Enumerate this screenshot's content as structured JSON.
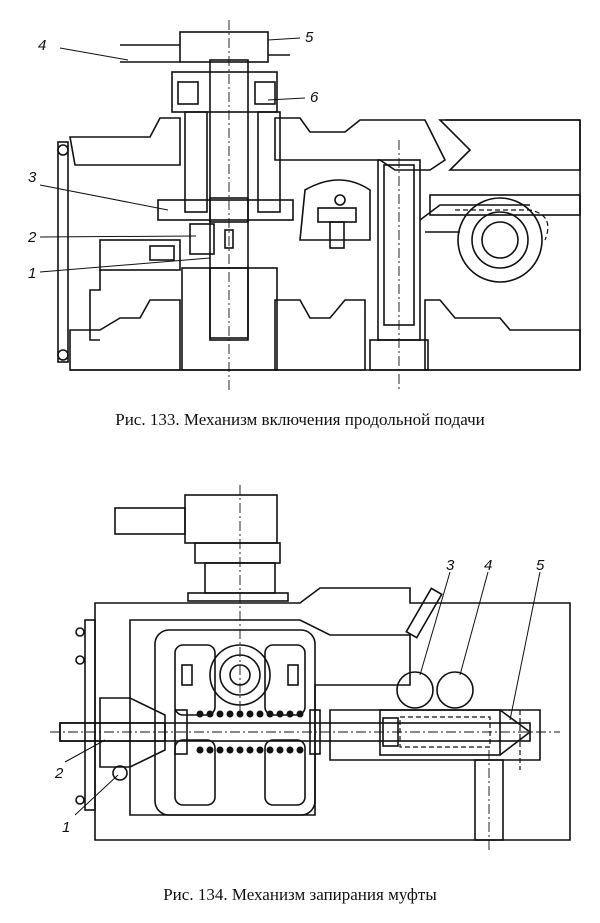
{
  "figure_133": {
    "caption": "Рис. 133. Механизм включения продольной подачи",
    "labels": {
      "l1": "1",
      "l2": "2",
      "l3": "3",
      "l4": "4",
      "l5": "5",
      "l6": "6"
    }
  },
  "figure_134": {
    "caption": "Рис. 134. Механизм запирания муфты",
    "labels": {
      "l1": "1",
      "l2": "2",
      "l3": "3",
      "l4": "4",
      "l5": "5"
    }
  }
}
